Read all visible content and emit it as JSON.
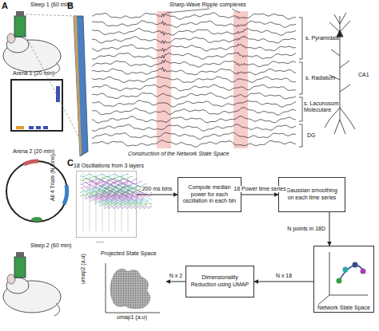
{
  "diagram": {
    "nodes": [
      {
        "text": [
          "18 Oscillations from 3 layers"
        ]
      },
      {
        "text": [
          "Compute median power for each oscillation in each bin"
        ]
      },
      {
        "text": [
          "Gaussian smoothing on each time series"
        ]
      },
      {
        "text": [
          "Network State Space"
        ]
      },
      {
        "text": [
          "Dimensionality Reduction using UMAP"
        ]
      },
      {
        "text": [
          "Projected State Space"
        ]
      }
    ],
    "edges": [
      {
        "from": 0,
        "to": 1,
        "label": "200 ms bins",
        "arrow": "to"
      },
      {
        "from": 1,
        "to": 2,
        "label": "18 Power time series",
        "arrow": "to"
      },
      {
        "from": 2,
        "to": 3,
        "label": "N points in 18D",
        "arrow": "to"
      },
      {
        "from": 3,
        "to": 4,
        "label": "N x 18",
        "arrow": "to"
      },
      {
        "from": 4,
        "to": 5,
        "label": "N x 2",
        "arrow": "to"
      }
    ],
    "labels": [
      "A",
      "B",
      "C",
      "Sleep 1 (60 min)",
      "Arena 1 (20 min)",
      "Arena 2 (20 min)",
      "Sleep 2 (60 min)",
      "Sharp-Wave Ripple complexes",
      "s. Pyramidale",
      "s. Radiatum",
      "s. Lacunosum Moleculare",
      "CA1",
      "DG",
      "Construction of the Network State Space",
      "All 4 Trials (N bins)",
      "....",
      "umap1 (a.u)",
      "umap2 (a.u)"
    ]
  }
}
